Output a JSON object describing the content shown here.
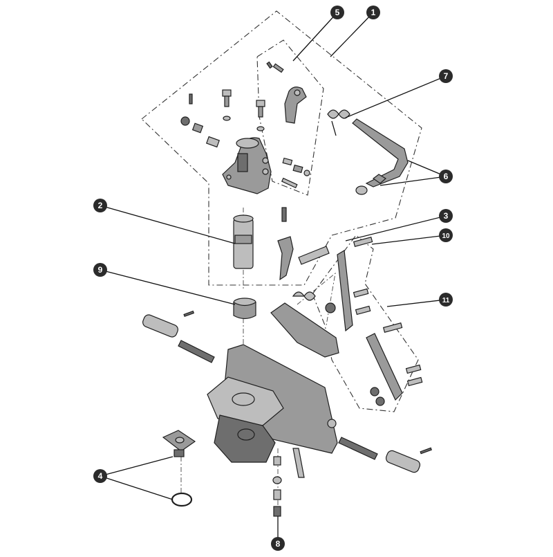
{
  "callouts": [
    {
      "label": "1"
    },
    {
      "label": "5"
    },
    {
      "label": "7"
    },
    {
      "label": "6"
    },
    {
      "label": "3"
    },
    {
      "label": "10"
    },
    {
      "label": "2"
    },
    {
      "label": "9"
    },
    {
      "label": "11"
    },
    {
      "label": "4"
    },
    {
      "label": "8"
    }
  ],
  "colors": {
    "ink": "#1e1e1e",
    "part_fill": "#9a9a9a",
    "callout_fill": "#2b2b2b",
    "background": "#ffffff"
  }
}
